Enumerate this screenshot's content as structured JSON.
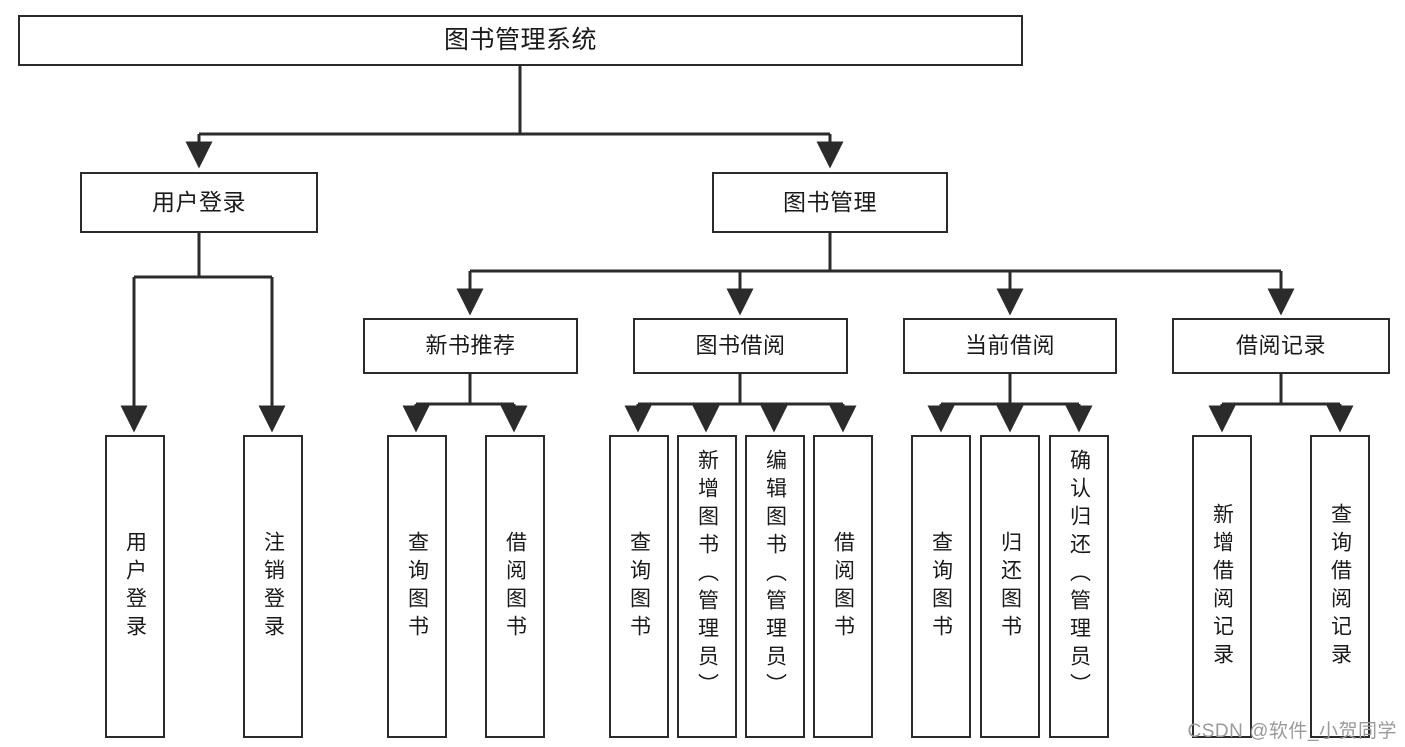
{
  "diagram": {
    "title": "图书管理系统",
    "type": "tree",
    "watermark": "CSDN @软件_小贺同学",
    "colors": {
      "background": "#ffffff",
      "box_border": "#2b2b2b",
      "box_fill": "#ffffff",
      "connector": "#2b2b2b",
      "text": "#1a1a1a",
      "watermark": "#9a9a9a"
    },
    "nodes": {
      "root": {
        "label": "图书管理系统"
      },
      "level2": [
        {
          "id": "user-login",
          "label": "用户登录"
        },
        {
          "id": "book-manage",
          "label": "图书管理"
        }
      ],
      "level3": [
        {
          "id": "new-book-recommend",
          "label": "新书推荐"
        },
        {
          "id": "book-borrow",
          "label": "图书借阅"
        },
        {
          "id": "current-borrow",
          "label": "当前借阅"
        },
        {
          "id": "borrow-record",
          "label": "借阅记录"
        }
      ],
      "leaves": [
        {
          "id": "leaf-user-login",
          "label": "用户登录",
          "parent": "user-login"
        },
        {
          "id": "leaf-user-logout",
          "label": "注销登录",
          "parent": "user-login"
        },
        {
          "id": "leaf-query-book-1",
          "label": "查询图书",
          "parent": "new-book-recommend"
        },
        {
          "id": "leaf-borrow-book-1",
          "label": "借阅图书",
          "parent": "new-book-recommend"
        },
        {
          "id": "leaf-query-book-2",
          "label": "查询图书",
          "parent": "book-borrow"
        },
        {
          "id": "leaf-add-book",
          "label": "新增图书（管理员）",
          "parent": "book-borrow"
        },
        {
          "id": "leaf-edit-book",
          "label": "编辑图书（管理员）",
          "parent": "book-borrow"
        },
        {
          "id": "leaf-borrow-book-2",
          "label": "借阅图书",
          "parent": "book-borrow"
        },
        {
          "id": "leaf-query-book-3",
          "label": "查询图书",
          "parent": "current-borrow"
        },
        {
          "id": "leaf-return-book",
          "label": "归还图书",
          "parent": "current-borrow"
        },
        {
          "id": "leaf-confirm-return",
          "label": "确认归还（管理员）",
          "parent": "current-borrow"
        },
        {
          "id": "leaf-add-record",
          "label": "新增借阅记录",
          "parent": "borrow-record"
        },
        {
          "id": "leaf-query-record",
          "label": "查询借阅记录",
          "parent": "borrow-record"
        }
      ]
    }
  }
}
